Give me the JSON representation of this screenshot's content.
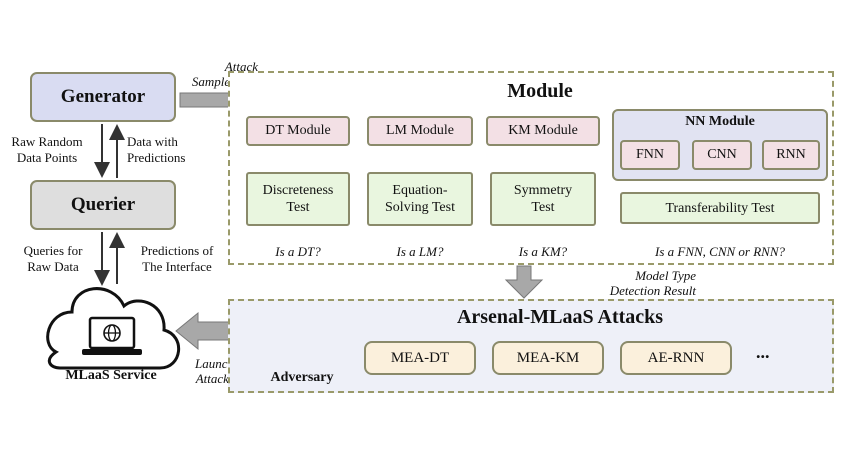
{
  "generator": {
    "label": "Generator"
  },
  "querier": {
    "label": "Querier"
  },
  "edges": {
    "raw_random": [
      "Raw Random",
      "Data Points"
    ],
    "data_with": [
      "Data with",
      "Predictions"
    ],
    "queries_for": [
      "Queries for",
      "Raw Data"
    ],
    "predictions_of": [
      "Predictions of",
      "The Interface"
    ],
    "attack_sample_pool": [
      "Attack",
      "Sample Pool"
    ],
    "model_type": [
      "Model Type",
      "Detection Result"
    ],
    "launch_attacks": [
      "Launch",
      "Attacks"
    ]
  },
  "mlaas": {
    "label": "MLaaS Service"
  },
  "module": {
    "title": "Module",
    "dt": {
      "name": "DT Module",
      "test": [
        "Discreteness",
        "Test"
      ],
      "question": "Is a DT?"
    },
    "lm": {
      "name": "LM Module",
      "test": [
        "Equation-",
        "Solving Test"
      ],
      "question": "Is a LM?"
    },
    "km": {
      "name": "KM Module",
      "test": [
        "Symmetry",
        "Test"
      ],
      "question": "Is a KM?"
    },
    "nn": {
      "name": "NN Module",
      "fnn": "FNN",
      "cnn": "CNN",
      "rnn": "RNN",
      "test": "Transferability Test",
      "question": "Is a FNN, CNN or RNN?"
    }
  },
  "arsenal": {
    "title": "Arsenal-MLaaS Attacks",
    "adversary": "Adversary",
    "attacks": [
      "MEA-DT",
      "MEA-KM",
      "AE-RNN"
    ],
    "more": "..."
  },
  "colors": {
    "generator": "#d9dcf2",
    "querier": "#dedede",
    "module_pink": "#f3e0e5",
    "test_green": "#e9f6df",
    "nn_box": "#e1e3f2",
    "attack_fill": "#fbf0dc",
    "arsenal_fill": "#eef0f8",
    "arrow_fill": "#a8a8a8"
  }
}
